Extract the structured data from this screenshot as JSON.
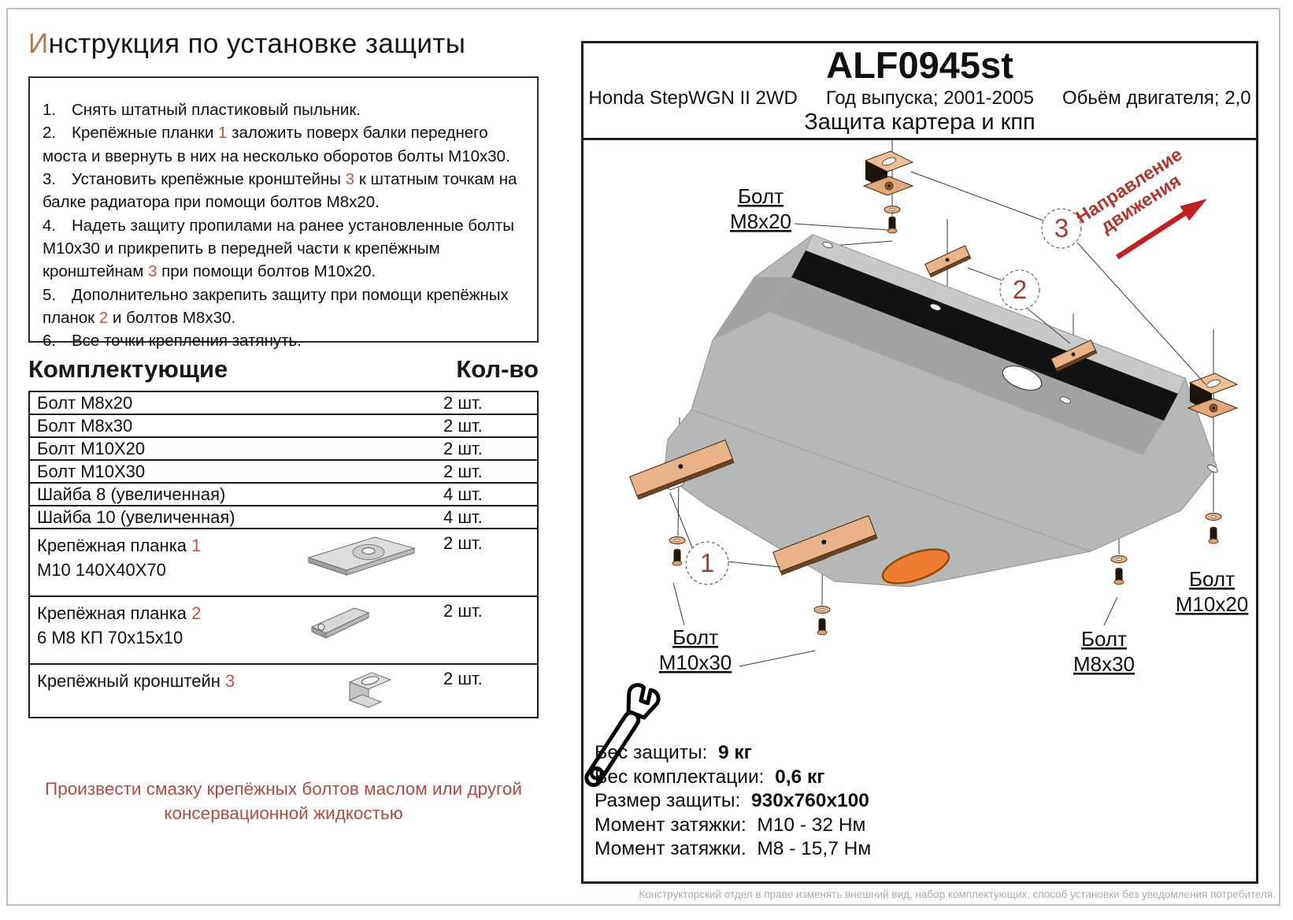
{
  "page": {
    "title": {
      "first_letter": "И",
      "rest": "нструкция по установке защиты"
    }
  },
  "instructions": {
    "items": [
      {
        "num": "1.",
        "segments": [
          {
            "t": "Снять штатный пластиковый пыльник."
          }
        ]
      },
      {
        "num": "2.",
        "segments": [
          {
            "t": "Крепёжные планки "
          },
          {
            "t": "1",
            "red": true
          },
          {
            "t": " заложить поверх балки переднего моста и ввернуть в них на несколько оборотов болты М10х30."
          }
        ]
      },
      {
        "num": "3.",
        "segments": [
          {
            "t": "Установить крепёжные кронштейны "
          },
          {
            "t": "3",
            "red": true
          },
          {
            "t": " к штатным точкам на балке радиатора при помощи болтов М8х20."
          }
        ]
      },
      {
        "num": "4.",
        "segments": [
          {
            "t": "Надеть защиту пропилами на ранее установленные болты М10х30 и прикрепить в передней части к крепёжным кронштейнам "
          },
          {
            "t": "3",
            "red": true
          },
          {
            "t": " при помощи болтов М10х20."
          }
        ]
      },
      {
        "num": "5.",
        "segments": [
          {
            "t": "Дополнительно закрепить защиту при помощи крепёжных планок "
          },
          {
            "t": "2",
            "red": true
          },
          {
            "t": " и болтов М8х30."
          }
        ]
      },
      {
        "num": "6.",
        "segments": [
          {
            "t": "Все точки крепления затянуть."
          }
        ]
      }
    ]
  },
  "components": {
    "heading": "Комплектующие",
    "qty_heading": "Кол-во",
    "rows": [
      {
        "name": [
          {
            "t": "Болт М8х20"
          }
        ],
        "qty": "2 шт."
      },
      {
        "name": [
          {
            "t": "Болт М8х30"
          }
        ],
        "qty": "2 шт."
      },
      {
        "name": [
          {
            "t": "Болт М10Х20"
          }
        ],
        "qty": "2 шт."
      },
      {
        "name": [
          {
            "t": "Болт М10Х30"
          }
        ],
        "qty": "2 шт."
      },
      {
        "name": [
          {
            "t": "Шайба 8 (увеличенная)"
          }
        ],
        "qty": "4 шт."
      },
      {
        "name": [
          {
            "t": "Шайба 10 (увеличенная)"
          }
        ],
        "qty": "4 шт."
      },
      {
        "name": [
          {
            "t": "Крепёжная планка "
          },
          {
            "t": "1",
            "red": true
          }
        ],
        "name2": "М10 140Х40Х70",
        "image": "plate1",
        "qty": "2 шт.",
        "h": 84
      },
      {
        "name": [
          {
            "t": "Крепёжная планка "
          },
          {
            "t": "2",
            "red": true
          }
        ],
        "name2": "6 М8 КП 70х15х10",
        "image": "plate2",
        "qty": "2 шт.",
        "h": 84
      },
      {
        "name": [
          {
            "t": "Крепёжный кронштейн "
          },
          {
            "t": "3",
            "red": true
          }
        ],
        "image": "bracket3",
        "qty": "2 шт.",
        "h": 66
      }
    ]
  },
  "note": {
    "line1": "Произвести смазку крепёжных болтов маслом или другой",
    "line2": "консервационной жидкостью"
  },
  "panel": {
    "code": "ALF0945st",
    "model": "Honda StepWGN II 2WD",
    "year": "Год выпуска; 2001-2005",
    "engine": "Обьём двигателя; 2,0",
    "product": "Защита картера и кпп"
  },
  "diagram": {
    "labels": {
      "bolt_m8x20_l1": "Болт",
      "bolt_m8x20_l2": "М8х20",
      "bolt_m10x30_l1": "Болт",
      "bolt_m10x30_l2": "М10х30",
      "bolt_m8x30_l1": "Болт",
      "bolt_m8x30_l2": "М8х30",
      "bolt_m10x20_l1": "Болт",
      "bolt_m10x20_l2": "М10х20"
    },
    "callouts": {
      "c1": "1",
      "c2": "2",
      "c3": "3"
    },
    "direction_l1": "Направление",
    "direction_l2": "движения"
  },
  "specs": {
    "lines": [
      {
        "label": "Вес защиты:",
        "value": "9 кг",
        "bold": true
      },
      {
        "label": "Вес комплектации:",
        "value": "0,6 кг",
        "bold": true
      },
      {
        "label": "Размер защиты:",
        "value": "930х760х100",
        "bold": true
      },
      {
        "label": "Момент затяжки:",
        "value": "М10 - 32 Нм",
        "bold": false
      },
      {
        "label": "Момент затяжки.",
        "value": "М8 - 15,7 Нм",
        "bold": false
      }
    ]
  },
  "footer": {
    "text": "Конструкторский отдел в праве изменять внешний вид, набор комплектующих, способ установки без уведомления потребителя."
  },
  "colors": {
    "accent_red": "#b2362c",
    "note_red": "#b04b45",
    "title_initial": "#b5794f",
    "copper_parts": "#e9b286",
    "cutout_orange": "#ed7d31",
    "plate_gray": "#b6b8b7"
  }
}
